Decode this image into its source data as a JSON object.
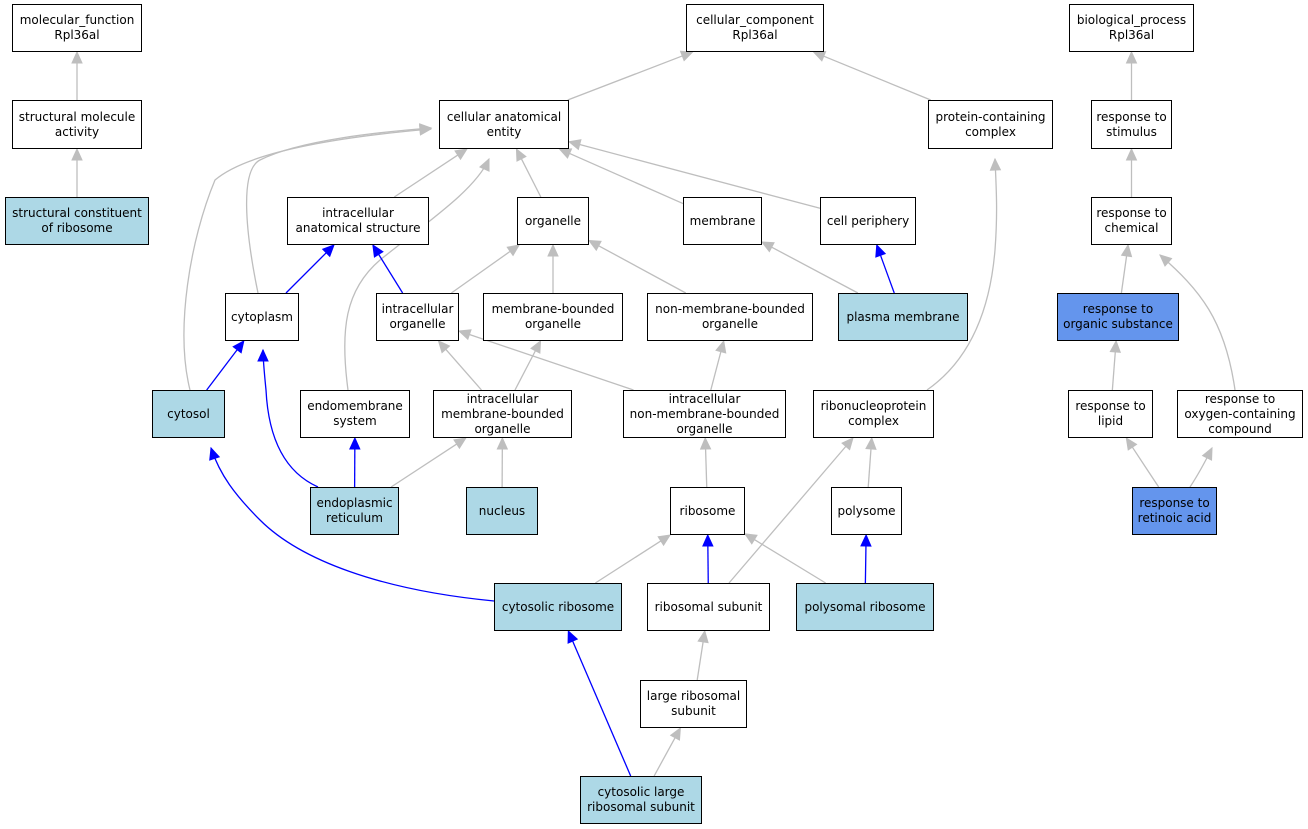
{
  "colors": {
    "white": "#ffffff",
    "highlight": "#add8e6",
    "selected": "#6495ed",
    "edge_grey": "#bebebe",
    "edge_blue": "#0000ff"
  },
  "nodes": {
    "mf_root": {
      "label": "molecular_function\nRpl36al",
      "fill": "white"
    },
    "cc_root": {
      "label": "cellular_component\nRpl36al",
      "fill": "white"
    },
    "bp_root": {
      "label": "biological_process\nRpl36al",
      "fill": "white"
    },
    "struct_mol_activity": {
      "label": "structural molecule\nactivity",
      "fill": "white"
    },
    "cell_anat_entity": {
      "label": "cellular anatomical\nentity",
      "fill": "white"
    },
    "protein_complex": {
      "label": "protein-containing\ncomplex",
      "fill": "white"
    },
    "resp_stimulus": {
      "label": "response to\nstimulus",
      "fill": "white"
    },
    "struct_constituent_ribosome": {
      "label": "structural constituent\nof ribosome",
      "fill": "highlight"
    },
    "intracellular_anat_structure": {
      "label": "intracellular\nanatomical structure",
      "fill": "white"
    },
    "organelle": {
      "label": "organelle",
      "fill": "white"
    },
    "membrane": {
      "label": "membrane",
      "fill": "white"
    },
    "cell_periphery": {
      "label": "cell periphery",
      "fill": "white"
    },
    "resp_chemical": {
      "label": "response to\nchemical",
      "fill": "white"
    },
    "cytoplasm": {
      "label": "cytoplasm",
      "fill": "white"
    },
    "intracellular_organelle": {
      "label": "intracellular\norganelle",
      "fill": "white"
    },
    "membrane_bounded_organelle": {
      "label": "membrane-bounded\norganelle",
      "fill": "white"
    },
    "non_membrane_bounded_organelle": {
      "label": "non-membrane-bounded\norganelle",
      "fill": "white"
    },
    "plasma_membrane": {
      "label": "plasma membrane",
      "fill": "highlight"
    },
    "resp_organic_substance": {
      "label": "response to\norganic substance",
      "fill": "selected"
    },
    "cytosol": {
      "label": "cytosol",
      "fill": "highlight"
    },
    "endomembrane_system": {
      "label": "endomembrane\nsystem",
      "fill": "white"
    },
    "intracellular_mb_organelle": {
      "label": "intracellular\nmembrane-bounded\norganelle",
      "fill": "white"
    },
    "intracellular_nmb_organelle": {
      "label": "intracellular\nnon-membrane-bounded\norganelle",
      "fill": "white"
    },
    "rnp_complex": {
      "label": "ribonucleoprotein\ncomplex",
      "fill": "white"
    },
    "resp_lipid": {
      "label": "response to\nlipid",
      "fill": "white"
    },
    "resp_oxygen_compound": {
      "label": "response to\noxygen-containing\ncompound",
      "fill": "white"
    },
    "endoplasmic_reticulum": {
      "label": "endoplasmic\nreticulum",
      "fill": "highlight"
    },
    "nucleus": {
      "label": "nucleus",
      "fill": "highlight"
    },
    "ribosome": {
      "label": "ribosome",
      "fill": "white"
    },
    "polysome": {
      "label": "polysome",
      "fill": "white"
    },
    "resp_retinoic_acid": {
      "label": "response to\nretinoic acid",
      "fill": "selected"
    },
    "cytosolic_ribosome": {
      "label": "cytosolic ribosome",
      "fill": "highlight"
    },
    "ribosomal_subunit": {
      "label": "ribosomal subunit",
      "fill": "white"
    },
    "polysomal_ribosome": {
      "label": "polysomal ribosome",
      "fill": "highlight"
    },
    "large_ribosomal_subunit": {
      "label": "large ribosomal\nsubunit",
      "fill": "white"
    },
    "cytosolic_large_ribosomal_subunit": {
      "label": "cytosolic large\nribosomal subunit",
      "fill": "highlight"
    }
  },
  "edges": [
    {
      "from": "struct_mol_activity",
      "to": "mf_root",
      "color": "edge_grey"
    },
    {
      "from": "struct_constituent_ribosome",
      "to": "struct_mol_activity",
      "color": "edge_grey"
    },
    {
      "from": "cell_anat_entity",
      "to": "cc_root",
      "color": "edge_grey"
    },
    {
      "from": "protein_complex",
      "to": "cc_root",
      "color": "edge_grey"
    },
    {
      "from": "resp_stimulus",
      "to": "bp_root",
      "color": "edge_grey"
    },
    {
      "from": "resp_chemical",
      "to": "resp_stimulus",
      "color": "edge_grey"
    },
    {
      "from": "resp_organic_substance",
      "to": "resp_chemical",
      "color": "edge_grey"
    },
    {
      "from": "resp_oxygen_compound",
      "to": "resp_chemical",
      "color": "edge_grey"
    },
    {
      "from": "resp_lipid",
      "to": "resp_organic_substance",
      "color": "edge_grey"
    },
    {
      "from": "resp_retinoic_acid",
      "to": "resp_lipid",
      "color": "edge_grey"
    },
    {
      "from": "resp_retinoic_acid",
      "to": "resp_oxygen_compound",
      "color": "edge_grey"
    },
    {
      "from": "intracellular_anat_structure",
      "to": "cell_anat_entity",
      "color": "edge_grey"
    },
    {
      "from": "organelle",
      "to": "cell_anat_entity",
      "color": "edge_grey"
    },
    {
      "from": "membrane",
      "to": "cell_anat_entity",
      "color": "edge_grey"
    },
    {
      "from": "cell_periphery",
      "to": "cell_anat_entity",
      "color": "edge_grey"
    },
    {
      "from": "cytoplasm",
      "to": "cell_anat_entity",
      "color": "edge_grey"
    },
    {
      "from": "cytosol",
      "to": "cell_anat_entity",
      "color": "edge_grey"
    },
    {
      "from": "endomembrane_system",
      "to": "cell_anat_entity",
      "color": "edge_grey"
    },
    {
      "from": "cytoplasm",
      "to": "intracellular_anat_structure",
      "color": "edge_blue"
    },
    {
      "from": "intracellular_organelle",
      "to": "intracellular_anat_structure",
      "color": "edge_blue"
    },
    {
      "from": "intracellular_organelle",
      "to": "organelle",
      "color": "edge_grey"
    },
    {
      "from": "membrane_bounded_organelle",
      "to": "organelle",
      "color": "edge_grey"
    },
    {
      "from": "non_membrane_bounded_organelle",
      "to": "organelle",
      "color": "edge_grey"
    },
    {
      "from": "plasma_membrane",
      "to": "membrane",
      "color": "edge_grey"
    },
    {
      "from": "plasma_membrane",
      "to": "cell_periphery",
      "color": "edge_blue"
    },
    {
      "from": "cytosol",
      "to": "cytoplasm",
      "color": "edge_blue"
    },
    {
      "from": "endoplasmic_reticulum",
      "to": "cytoplasm",
      "color": "edge_blue"
    },
    {
      "from": "intracellular_mb_organelle",
      "to": "intracellular_organelle",
      "color": "edge_grey"
    },
    {
      "from": "intracellular_nmb_organelle",
      "to": "intracellular_organelle",
      "color": "edge_grey"
    },
    {
      "from": "intracellular_mb_organelle",
      "to": "membrane_bounded_organelle",
      "color": "edge_grey"
    },
    {
      "from": "intracellular_nmb_organelle",
      "to": "non_membrane_bounded_organelle",
      "color": "edge_grey"
    },
    {
      "from": "endoplasmic_reticulum",
      "to": "endomembrane_system",
      "color": "edge_blue"
    },
    {
      "from": "endoplasmic_reticulum",
      "to": "intracellular_mb_organelle",
      "color": "edge_grey"
    },
    {
      "from": "nucleus",
      "to": "intracellular_mb_organelle",
      "color": "edge_grey"
    },
    {
      "from": "ribosome",
      "to": "intracellular_nmb_organelle",
      "color": "edge_grey"
    },
    {
      "from": "rnp_complex",
      "to": "protein_complex",
      "color": "edge_grey"
    },
    {
      "from": "polysome",
      "to": "rnp_complex",
      "color": "edge_grey"
    },
    {
      "from": "ribosomal_subunit",
      "to": "rnp_complex",
      "color": "edge_grey"
    },
    {
      "from": "cytosolic_ribosome",
      "to": "cytosol",
      "color": "edge_blue"
    },
    {
      "from": "cytosolic_ribosome",
      "to": "ribosome",
      "color": "edge_grey"
    },
    {
      "from": "ribosomal_subunit",
      "to": "ribosome",
      "color": "edge_blue"
    },
    {
      "from": "polysomal_ribosome",
      "to": "ribosome",
      "color": "edge_grey"
    },
    {
      "from": "polysomal_ribosome",
      "to": "polysome",
      "color": "edge_blue"
    },
    {
      "from": "large_ribosomal_subunit",
      "to": "ribosomal_subunit",
      "color": "edge_grey"
    },
    {
      "from": "cytosolic_large_ribosomal_subunit",
      "to": "large_ribosomal_subunit",
      "color": "edge_grey"
    },
    {
      "from": "cytosolic_large_ribosomal_subunit",
      "to": "cytosolic_ribosome",
      "color": "edge_blue"
    }
  ]
}
